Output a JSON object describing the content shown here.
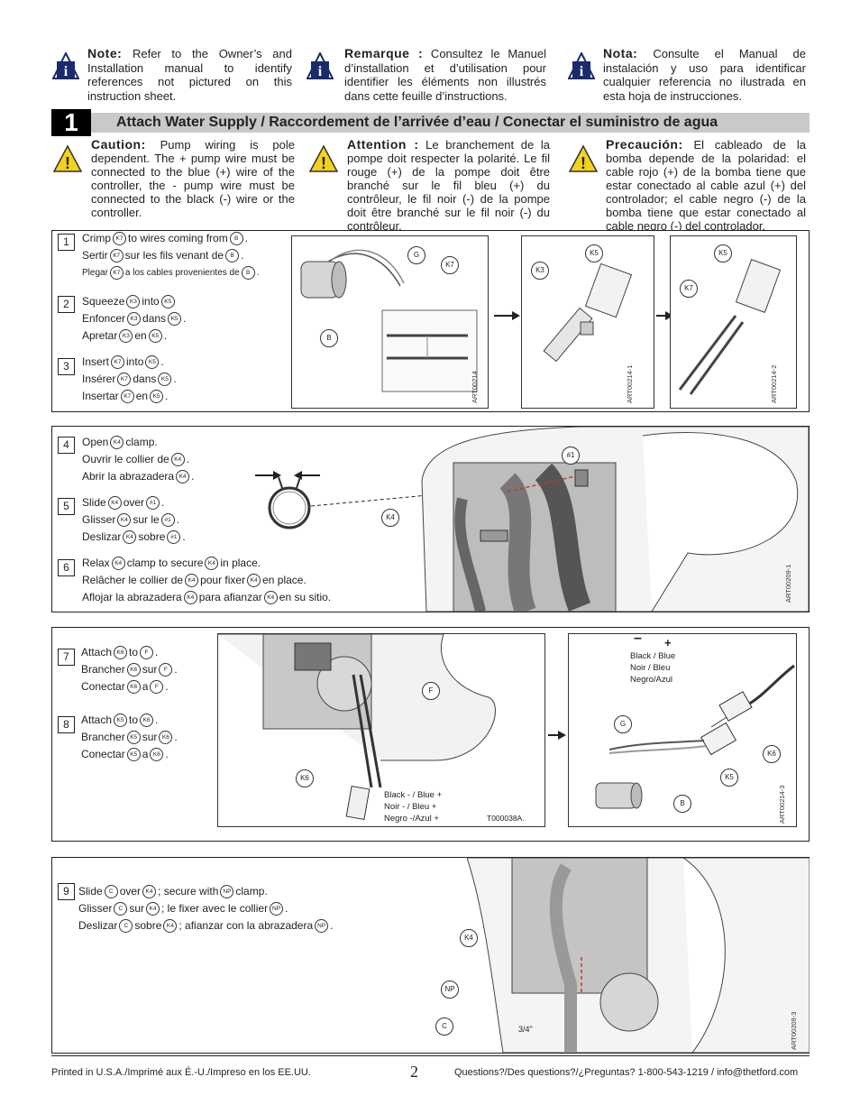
{
  "notes": {
    "en_label": "Note:",
    "en_text": " Refer to the Owner’s and Installation manual to identify references not pictured on this instruction sheet.",
    "fr_label": "Remarque :",
    "fr_text": " Consultez le Manuel d’installation et d’utilisation pour identifier les éléments non illustrés dans cette feuille d’instructions.",
    "es_label": "Nota:",
    "es_text": " Consulte el Manual de instalación y uso para identificar cualquier referencia no ilustrada en esta hoja de instrucciones."
  },
  "step": {
    "number": "1",
    "title": "Attach Water Supply / Raccordement de l’arrivée d’eau / Conectar el suministro de agua"
  },
  "cautions": {
    "en_label": "Caution:",
    "en_text": " Pump wiring is pole dependent. The + pump wire must be connected to the blue (+) wire of the controller, the - pump wire must be connected to the black (-) wire or the controller.",
    "fr_label": "Attention :",
    "fr_text": " Le branchement de la pompe doit respecter la polarité. Le fil rouge (+) de la pompe doit être branché sur le fil bleu (+) du contrôleur, le fil noir (-) de la pompe doit être branché sur le fil noir (-) du contrôleur.",
    "es_label": "Precaución:",
    "es_text": " El cableado de la bomba depende de la polaridad: el cable rojo (+) de la bomba tiene que estar conectado al cable azul (+) del controlador; el cable negro (-) de la bomba tiene que estar conectado al cable negro (-) del controlador."
  },
  "panel1": {
    "s1": {
      "num": "1",
      "a": "Crimp",
      "b": "to wires coming from",
      "c": "Sertir",
      "d": "sur les fils venant de",
      "e": "Plegar",
      "f": "a los cables provenientes de"
    },
    "s2": {
      "num": "2",
      "a": "Squeeze",
      "b": "into",
      "c": "Enfoncer",
      "d": "dans",
      "e": "Apretar",
      "f": "en"
    },
    "s3": {
      "num": "3",
      "a": "Insert",
      "b": "into",
      "c": "Insérer",
      "d": "dans",
      "e": "Insertar",
      "f": "en"
    },
    "art1": "ART00214",
    "art2": "ART00214-1",
    "art3": "ART00214-2"
  },
  "panel2": {
    "s4": {
      "num": "4",
      "a": "Open",
      "b": "clamp.",
      "c": "Ouvrir le collier de",
      "e": "Abrir la abrazadera"
    },
    "s5": {
      "num": "5",
      "a": "Slide",
      "b": "over",
      "c": "Glisser",
      "d": "sur le",
      "e": "Deslizar",
      "f": "sobre"
    },
    "s6": {
      "num": "6",
      "a": "Relax",
      "b": "clamp to secure",
      "c": "in place.",
      "d": "Relâcher le collier de",
      "e": "pour fixer",
      "f": "en place.",
      "g": "Aflojar la abrazadera",
      "h": "para afianzar",
      "i": "en su sitio."
    },
    "art": "ART00209-1"
  },
  "panel3": {
    "s7": {
      "num": "7",
      "a": "Attach",
      "b": "to",
      "c": "Brancher",
      "d": "sur",
      "e": "Conectar",
      "f": "a"
    },
    "s8": {
      "num": "8",
      "a": "Attach",
      "b": "to",
      "c": "Brancher",
      "d": "sur",
      "e": "Conectar",
      "f": "a"
    },
    "wire_label": [
      "Black - / Blue +",
      "Noir - / Bleu +",
      "Negro -/Azul +"
    ],
    "fig_id": "T000038A.",
    "minus": "–",
    "plus": "+",
    "color_label": [
      "Black / Blue",
      "Noir / Bleu",
      "Negro/Azul"
    ],
    "art": "ART00214-3"
  },
  "panel4": {
    "s9": {
      "num": "9",
      "a": "Slide",
      "b": "over",
      "c": "; secure with",
      "d": "clamp.",
      "e": "Glisser",
      "f": "sur",
      "g": "; le fixer avec le collier",
      "h": "Deslizar",
      "i": "sobre",
      "j": "; afianzar con la abrazadera"
    },
    "size": "3/4\"",
    "art": "ART00209-3"
  },
  "callouts": {
    "K7": "K7",
    "B": "B",
    "K3": "K3",
    "K5": "K5",
    "K4": "K4",
    "n1": "#1",
    "K6": "K6",
    "F": "F",
    "NP": "NP",
    "C": "C",
    "G": "G"
  },
  "footer": {
    "left": "Printed in U.S.A./Imprimé aux É.-U./Impreso en los EE.UU.",
    "page": "2",
    "right": "Questions?/Des questions?/¿Preguntas? 1-800-543-1219 / info@thetford.com"
  }
}
